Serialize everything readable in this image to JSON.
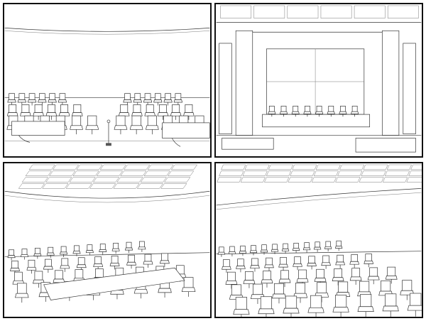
{
  "panels": [
    {
      "id": "p1",
      "view": "auditorium-wide-front"
    },
    {
      "id": "p2",
      "view": "stage-presidium"
    },
    {
      "id": "p3",
      "view": "side-seating-ceiling"
    },
    {
      "id": "p4",
      "view": "rear-seating-ceiling"
    }
  ]
}
